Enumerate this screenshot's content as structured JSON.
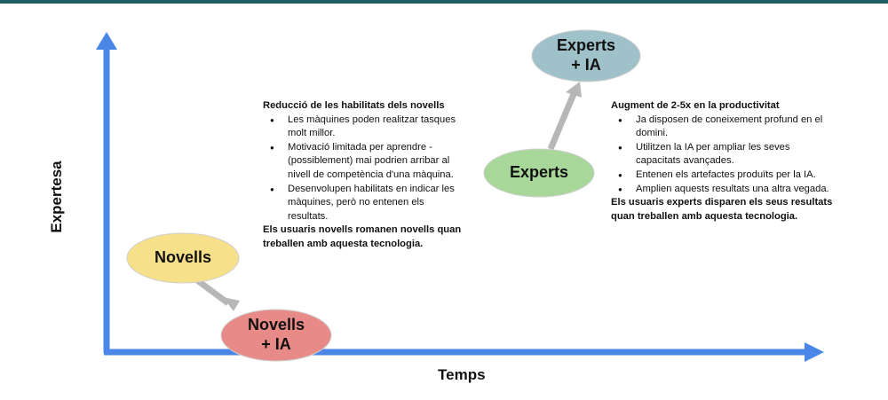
{
  "axes": {
    "x_label": "Temps",
    "y_label": "Expertesa"
  },
  "nodes": {
    "novells": {
      "label": "Novells",
      "color": "#f7e08a"
    },
    "novells_ia": {
      "line1": "Novells",
      "line2": "+ IA",
      "color": "#e88a87"
    },
    "experts": {
      "label": "Experts",
      "color": "#a8d79a"
    },
    "experts_ia": {
      "line1": "Experts",
      "line2": "+ IA",
      "color": "#9fc1c9"
    }
  },
  "novice_block": {
    "title": "Reducció de les habilitats dels novells",
    "bullets": [
      "Les màquines poden realitzar tasques molt millor.",
      "Motivació limitada per aprendre - (possiblement) mai podrien arribar al nivell de competència d'una màquina.",
      "Desenvolupen habilitats en indicar les màquines, però no entenen els resultats."
    ],
    "conclusion": "Els usuaris novells romanen novells quan treballen amb aquesta tecnologia."
  },
  "expert_block": {
    "title": "Augment de 2-5x en la productivitat",
    "bullets": [
      "Ja disposen de coneixement profund en el domini.",
      "Utilitzen la IA per ampliar les seves capacitats avançades.",
      "Entenen els artefactes produïts per la IA.",
      "Amplien aquests resultats una altra vegada."
    ],
    "conclusion": "Els usuaris experts disparen els seus resultats quan treballen amb aquesta tecnologia."
  },
  "colors": {
    "axis": "#4a86e8",
    "arrow": "#b7b7b7",
    "top_bar": "#1e5d63"
  }
}
